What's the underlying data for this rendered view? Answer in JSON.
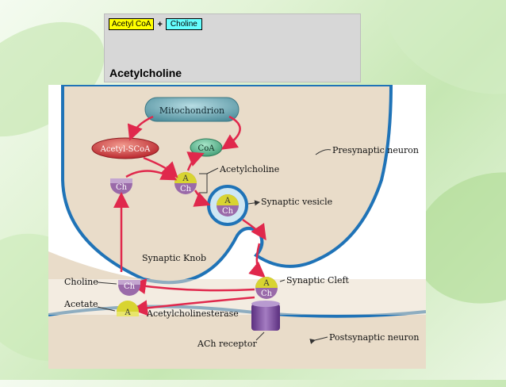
{
  "equation": {
    "reactant1": "Acetyl CoA",
    "plus": "+",
    "reactant2": "Choline",
    "product": "Acetylcholine"
  },
  "diagram": {
    "labels": {
      "mitochondrion": "Mitochondrion",
      "acetyl_scoa": "Acetyl-SCoA",
      "coa": "CoA",
      "acetylcholine": "Acetylcholine",
      "presynaptic_neuron": "Presynaptic neuron",
      "synaptic_vesicle": "Synaptic vesicle",
      "synaptic_knob": "Synaptic Knob",
      "synaptic_cleft": "Synaptic Cleft",
      "choline": "Choline",
      "acetate": "Acetate",
      "acetylcholinesterase": "Acetylcholinesterase",
      "ach_receptor": "ACh receptor",
      "postsynaptic_neuron": "Postsynaptic neuron"
    },
    "symbols": {
      "a": "A",
      "ch": "Ch"
    }
  },
  "colors": {
    "membrane": "#1f73b7",
    "cytoplasm": "#e9dcc9",
    "arrow": "#e0284c",
    "mitochondrion": "#5c9aaa",
    "acetyl_scoa": "#c4272d",
    "coa": "#52b28a",
    "a_sphere": "#d8d431",
    "ch_sphere": "#9a6aa9",
    "receptor": "#7a4a9a"
  }
}
